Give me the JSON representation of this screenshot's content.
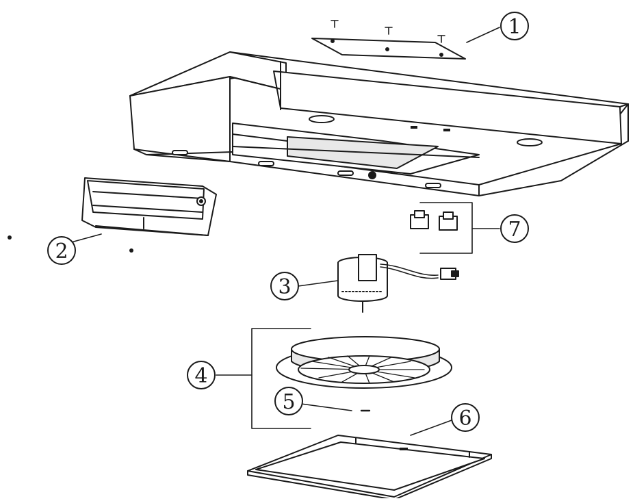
{
  "callouts": [
    {
      "id": "1",
      "label": "1"
    },
    {
      "id": "2",
      "label": "2"
    },
    {
      "id": "3",
      "label": "3"
    },
    {
      "id": "4",
      "label": "4"
    },
    {
      "id": "5",
      "label": "5"
    },
    {
      "id": "6",
      "label": "6"
    },
    {
      "id": "7",
      "label": "7"
    }
  ],
  "colors": {
    "line": "#1a1a1a",
    "fill": "#ffffff",
    "shade": "#e8e8e8"
  }
}
